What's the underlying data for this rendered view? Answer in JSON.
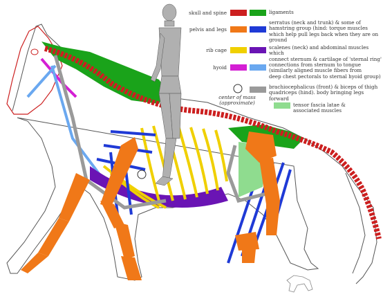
{
  "legend": {
    "rows": [
      {
        "category": "skull and spine",
        "left_color": "#cc1f1f",
        "right_color": "#1aa31a",
        "right_text": "ligaments"
      },
      {
        "category": "pelvis and legs",
        "left_color": "#f07818",
        "right_color": "#1f3ad6",
        "right_text": "serratus (neck and trunk) & some of\nhamstring group (hind: torque muscles\nwhich help pull legs back when they are on\nground"
      },
      {
        "category": "rib cage",
        "left_color": "#f0d000",
        "right_color": "#6a14b4",
        "right_text": "scalenes (neck) and abdominal muscles which\nconnect sternum & cartilage of 'sternal ring'"
      },
      {
        "category": "hyoid",
        "left_color": "#d41fd4",
        "right_color": "#6aa8f0",
        "right_text": "connections from sternum to tongue\n(similarly aligned muscle fibers from\ndeep chest pectorals to sternal hyoid group)"
      },
      {
        "category": "",
        "left_color": "",
        "right_color": "#9a9a9a",
        "right_text": "brachiocephalicus (front) & biceps of thigh\nquadriceps (hind). body bringing legs forward"
      }
    ],
    "center_of_mass": "center of mass\n(approximate)",
    "fascia": {
      "color": "#8fdc8f",
      "text": "tensor fascia latae &\nassociated muscles"
    }
  },
  "colors": {
    "spine": "#cc1f1f",
    "ligament": "#1aa31a",
    "bone": "#f07818",
    "ribs": "#f0d000",
    "serratus": "#1f3ad6",
    "abdominal": "#6a14b4",
    "hyoid": "#d41fd4",
    "sternal": "#6aa8f0",
    "brachio": "#9a9a9a",
    "fascia": "#8fdc8f",
    "rider": "#b0b0b0",
    "outline": "#555555"
  }
}
